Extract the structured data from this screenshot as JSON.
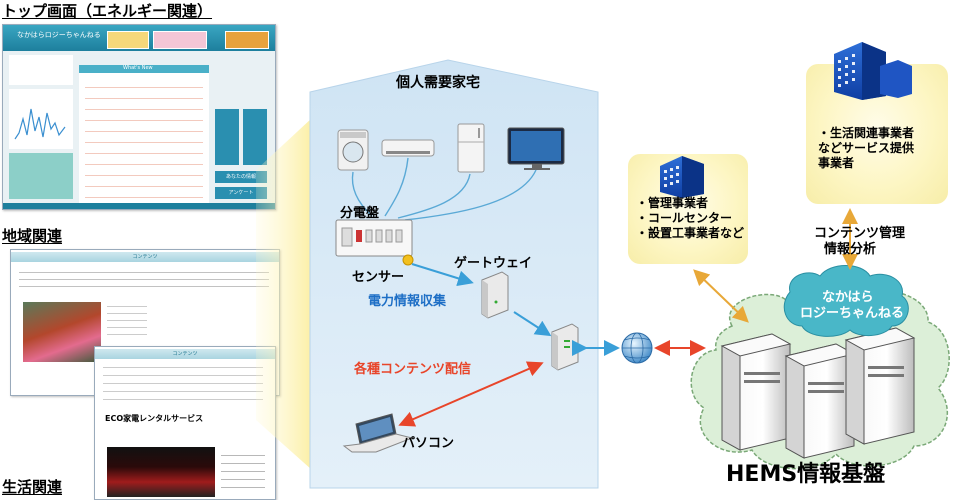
{
  "sections": {
    "top_screen": "トップ画面（エネルギー関連）",
    "regional": "地域関連",
    "lifestyle": "生活関連"
  },
  "house": {
    "title": "個人需要家宅",
    "distribution_board": "分電盤",
    "sensor": "センサー",
    "gateway": "ゲートウェイ",
    "power_collection": "電力情報収集",
    "content_delivery": "各種コンテンツ配信",
    "pc": "パソコン"
  },
  "provider_box": {
    "lines": [
      "・管理事業者",
      "・コールセンター",
      "・設置工事業者など"
    ]
  },
  "service_box": {
    "lines": [
      "・生活関連事業者",
      "などサービス提供",
      "事業者"
    ]
  },
  "content_mgmt": [
    "コンテンツ管理",
    "情報分析"
  ],
  "cloud": [
    "なかはら",
    "ロジーちゃんねる"
  ],
  "hems": "HEMS情報基盤",
  "screenshots": {
    "top_header": "なかはらロジーちゃんねる",
    "news_title": "What's New",
    "contents_tab": "コンテンツ",
    "contents_tab2": "コンテンツ",
    "eco_title": "ECO家電レンタルサービス",
    "menu_info": "あなたの情報",
    "menu_survey": "アンケート"
  },
  "colors": {
    "blue_arrow": "#3a9fd8",
    "red_arrow": "#e8452a",
    "orange_arrow": "#e8a838",
    "text_blue": "#1e6fc6",
    "text_red": "#e8452a",
    "house_fill": "#d7e9f6"
  }
}
